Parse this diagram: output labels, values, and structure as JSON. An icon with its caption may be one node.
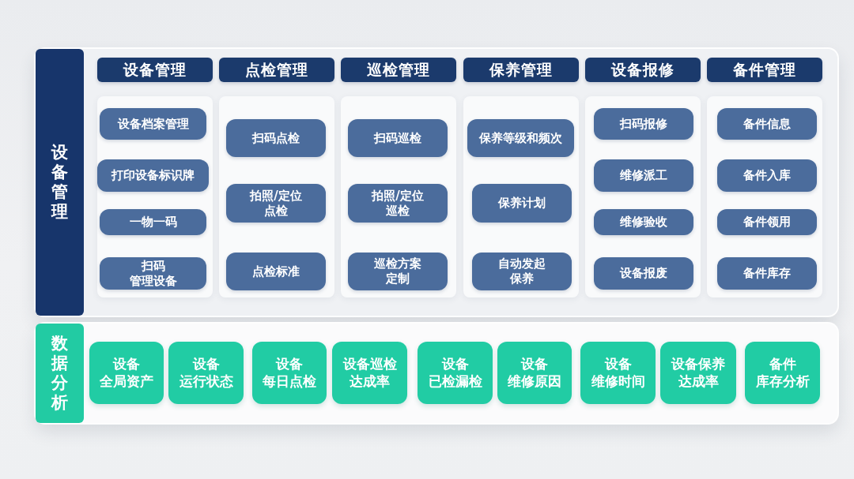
{
  "diagram": {
    "nodes": [
      {
        "text": [],
        "shape": "box"
      },
      {
        "text": [
          "设备管理"
        ],
        "in": 0
      },
      {
        "text": [
          "设备管理"
        ],
        "in": 0
      },
      {
        "text": [
          "点检管理"
        ],
        "in": 0
      },
      {
        "text": [
          "巡检管理"
        ],
        "in": 0
      },
      {
        "text": [
          "保养管理"
        ],
        "in": 0
      },
      {
        "text": [
          "设备报修"
        ],
        "in": 0
      },
      {
        "text": [
          "备件管理"
        ],
        "in": 0
      },
      {
        "text": [],
        "shape": "box",
        "in": 0
      },
      {
        "text": [
          "设备档案管理"
        ],
        "in": 8
      },
      {
        "text": [
          "打印设备标识牌"
        ],
        "in": 8
      },
      {
        "text": [
          "一物一码"
        ],
        "in": 8
      },
      {
        "text": [
          "扫码管理设备"
        ],
        "in": 8
      },
      {
        "text": [],
        "shape": "box",
        "in": 0
      },
      {
        "text": [
          "扫码点检"
        ],
        "in": 13
      },
      {
        "text": [
          "拍照/定位点检"
        ],
        "in": 13
      },
      {
        "text": [
          "点检标准"
        ],
        "in": 13
      },
      {
        "text": [],
        "shape": "box",
        "in": 0
      },
      {
        "text": [
          "扫码巡检"
        ],
        "in": 17
      },
      {
        "text": [
          "拍照/定位巡检"
        ],
        "in": 17
      },
      {
        "text": [
          "巡检方案定制"
        ],
        "in": 17
      },
      {
        "text": [],
        "shape": "box",
        "in": 0
      },
      {
        "text": [
          "保养等级和频次"
        ],
        "in": 21
      },
      {
        "text": [
          "保养计划"
        ],
        "in": 21
      },
      {
        "text": [
          "自动发起保养"
        ],
        "in": 21
      },
      {
        "text": [],
        "shape": "box",
        "in": 0
      },
      {
        "text": [
          "扫码报修"
        ],
        "in": 25
      },
      {
        "text": [
          "维修派工"
        ],
        "in": 25
      },
      {
        "text": [
          "维修验收"
        ],
        "in": 25
      },
      {
        "text": [
          "设备报废"
        ],
        "in": 25
      },
      {
        "text": [],
        "shape": "box",
        "in": 0
      },
      {
        "text": [
          "备件信息"
        ],
        "in": 30
      },
      {
        "text": [
          "备件入库"
        ],
        "in": 30
      },
      {
        "text": [
          "备件领用"
        ],
        "in": 30
      },
      {
        "text": [
          "备件库存"
        ],
        "in": 30
      },
      {
        "text": [],
        "shape": "box"
      },
      {
        "text": [
          "数据分析"
        ],
        "in": 35
      },
      {
        "text": [
          "设备全局资产"
        ],
        "in": 35
      },
      {
        "text": [
          "设备运行状态"
        ],
        "in": 35
      },
      {
        "text": [
          "设备每日点检"
        ],
        "in": 35
      },
      {
        "text": [
          "设备巡检达成率"
        ],
        "in": 35
      },
      {
        "text": [
          "设备已检漏检"
        ],
        "in": 35
      },
      {
        "text": [
          "设备维修原因"
        ],
        "in": 35
      },
      {
        "text": [
          "设备维修时间"
        ],
        "in": 35
      },
      {
        "text": [
          "设备保养达成率"
        ],
        "in": 35
      },
      {
        "text": [
          "备件库存分析"
        ],
        "in": 35
      }
    ]
  }
}
